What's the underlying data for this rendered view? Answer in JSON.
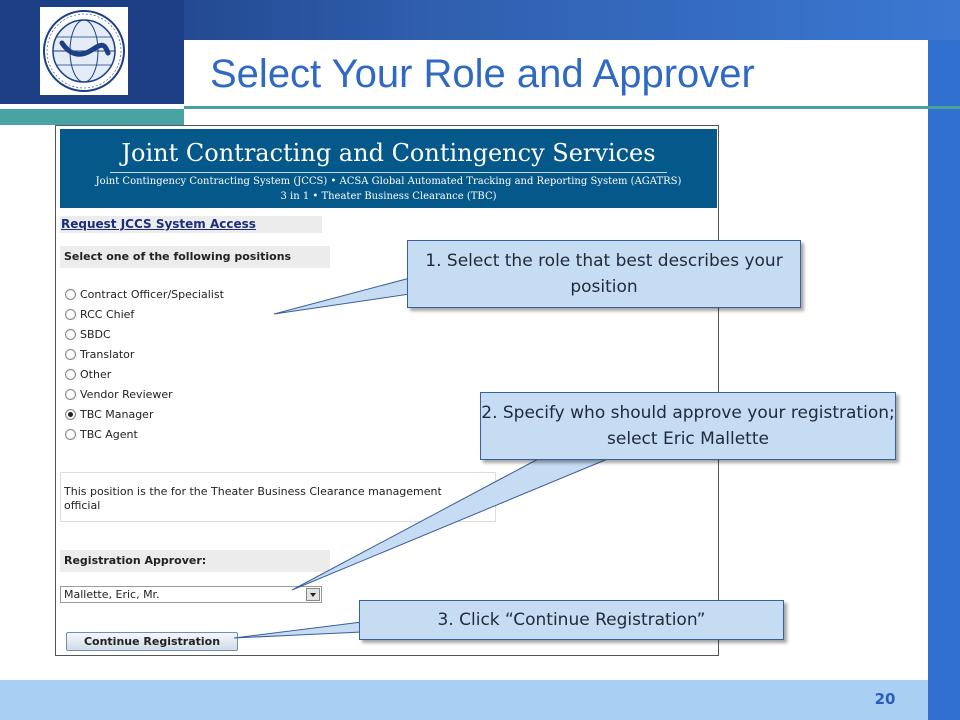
{
  "slide": {
    "title": "Select Your Role and Approver",
    "page_number": "20"
  },
  "screenshot": {
    "banner": {
      "title": "Joint Contracting and Contingency Services",
      "subtitle_line1": "Joint Contingency Contracting System (JCCS)  •  ACSA Global Automated Tracking and Reporting System (AGATRS)",
      "subtitle_line2": "3 in 1  •  Theater Business Clearance  (TBC)"
    },
    "request_link": "Request JCCS System Access",
    "positions_heading": "Select one of the following positions",
    "roles": [
      {
        "label": "Contract Officer/Specialist",
        "checked": false
      },
      {
        "label": "RCC Chief",
        "checked": false
      },
      {
        "label": "SBDC",
        "checked": false
      },
      {
        "label": "Translator",
        "checked": false
      },
      {
        "label": "Other",
        "checked": false
      },
      {
        "label": "Vendor Reviewer",
        "checked": false
      },
      {
        "label": "TBC Manager",
        "checked": true
      },
      {
        "label": "TBC Agent",
        "checked": false
      }
    ],
    "role_description": "This position is the for the Theater Business Clearance management official",
    "approver_heading": "Registration Approver:",
    "approver_selected": "Mallette, Eric, Mr.",
    "continue_button": "Continue Registration"
  },
  "callouts": {
    "step1": "1. Select the role that best describes your position",
    "step2": "2. Specify who should approve your registration; select Eric Mallette",
    "step3": "3. Click “Continue Registration”"
  },
  "colors": {
    "title_blue": "#2f69c4",
    "banner_blue": "#05598a",
    "callout_fill": "#c6dcf3",
    "frame_blue": "#3270d0",
    "teal_rule": "#4aa3a3"
  },
  "icons": {
    "logo": "jccs-globe-logo",
    "radio": "radio-button-icon",
    "dropdown": "chevron-down-icon"
  }
}
